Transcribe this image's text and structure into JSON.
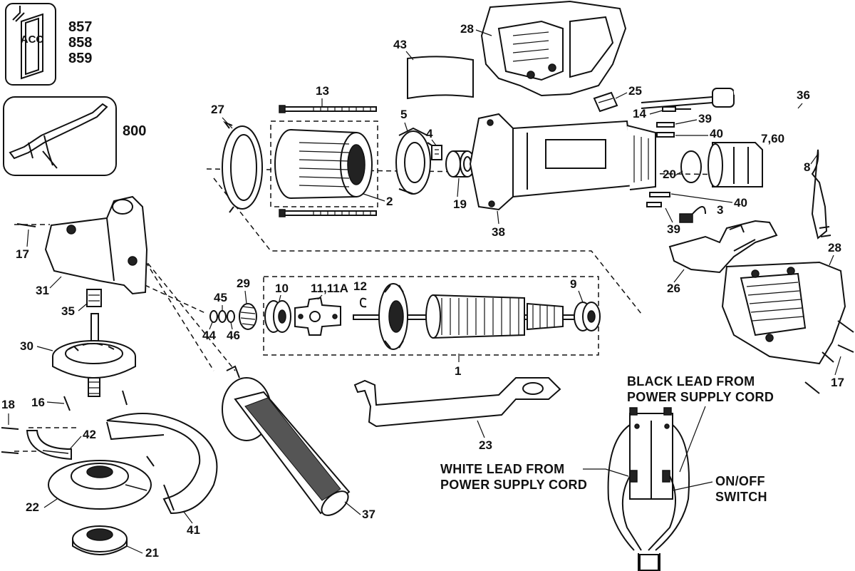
{
  "labels": {
    "p857": "857",
    "p858": "858",
    "p859": "859",
    "acc": "ACC",
    "p800": "800",
    "p28a": "28",
    "p43": "43",
    "p13": "13",
    "p27": "27",
    "p5": "5",
    "p4": "4",
    "p25": "25",
    "p36": "36",
    "p14": "14",
    "p39a": "39",
    "p40a": "40",
    "p760": "7,60",
    "p20": "20",
    "p8": "8",
    "p2": "2",
    "p19": "19",
    "p38": "38",
    "p40b": "40",
    "p3": "3",
    "p39b": "39",
    "p17a": "17",
    "p31": "31",
    "p28b": "28",
    "p26": "26",
    "p45": "45",
    "p29": "29",
    "p10": "10",
    "p1111a": "11,11A",
    "p12": "12",
    "p9": "9",
    "p35": "35",
    "p44": "44",
    "p46": "46",
    "p1": "1",
    "p30": "30",
    "p17b": "17",
    "p16": "16",
    "p18": "18",
    "p42": "42",
    "p23": "23",
    "p22": "22",
    "p41": "41",
    "p37": "37",
    "p21": "21"
  },
  "wiring": {
    "black_lead_1": "BLACK LEAD FROM",
    "black_lead_2": "POWER SUPPLY CORD",
    "white_lead_1": "WHITE LEAD FROM",
    "white_lead_2": "POWER SUPPLY CORD",
    "switch_1": "ON/OFF",
    "switch_2": "SWITCH"
  }
}
